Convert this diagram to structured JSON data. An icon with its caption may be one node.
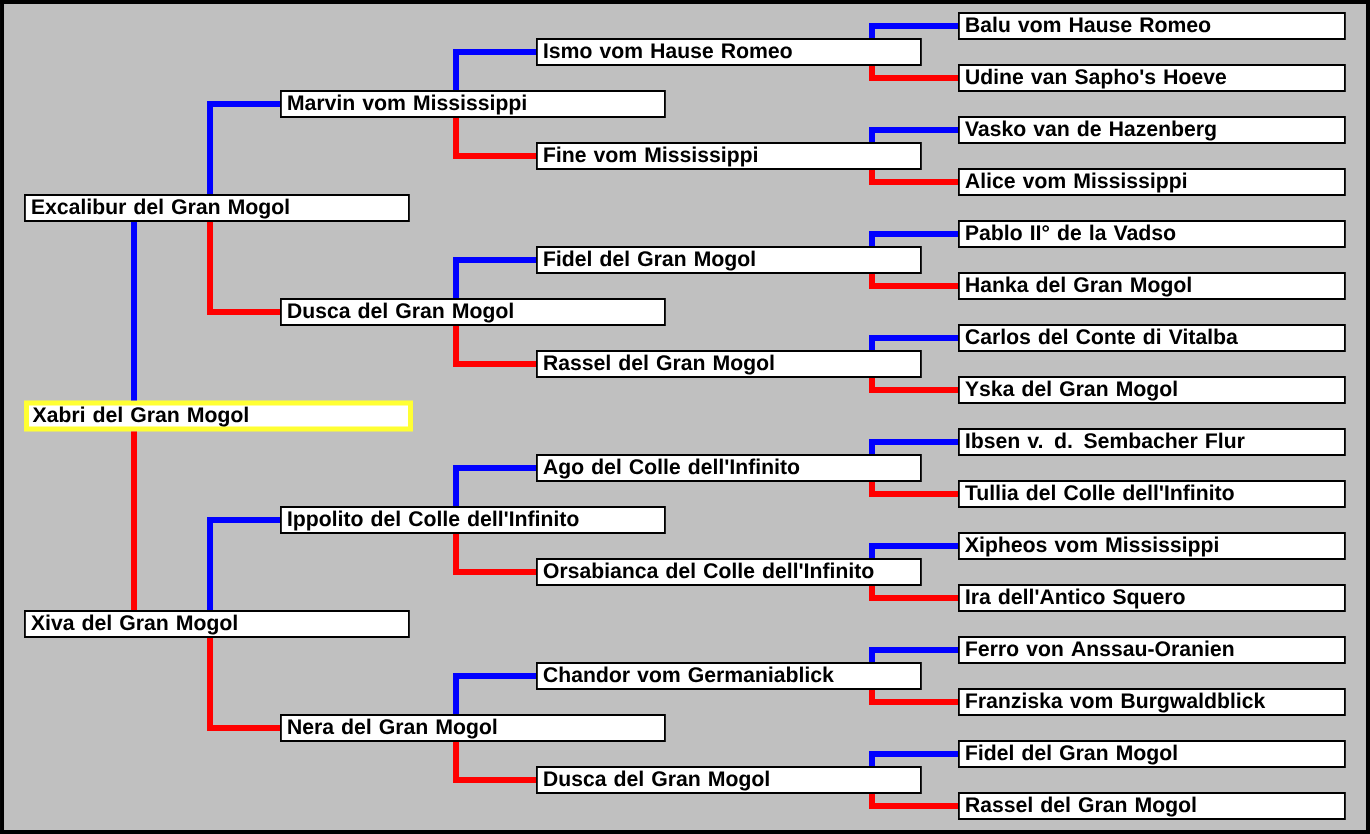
{
  "diagram": {
    "nodes": [
      {
        "text": [
          "Xabri del Gran Mogol"
        ]
      },
      {
        "text": [
          "Excalibur del Gran Mogol"
        ]
      },
      {
        "text": [
          "Marvin vom Mississippi"
        ]
      },
      {
        "text": [
          "Ismo vom Hause Romeo"
        ]
      },
      {
        "text": [
          "Balu vom Hause Romeo"
        ]
      },
      {
        "text": [
          "Udine van Sapho's Hoeve"
        ]
      },
      {
        "text": [
          "Fine vom Mississippi"
        ]
      },
      {
        "text": [
          "Vasko van de Hazenberg"
        ]
      },
      {
        "text": [
          "Alice vom Mississippi"
        ]
      },
      {
        "text": [
          "Dusca del Gran Mogol"
        ]
      },
      {
        "text": [
          "Fidel del Gran Mogol"
        ]
      },
      {
        "text": [
          "Pablo II° de la Vadso"
        ]
      },
      {
        "text": [
          "Hanka del Gran Mogol"
        ]
      },
      {
        "text": [
          "Rassel del Gran Mogol"
        ]
      },
      {
        "text": [
          "Carlos del Conte di Vitalba"
        ]
      },
      {
        "text": [
          "Yska del Gran Mogol"
        ]
      },
      {
        "text": [
          "Xiva del Gran Mogol"
        ]
      },
      {
        "text": [
          "Ippolito del Colle dell'Infinito"
        ]
      },
      {
        "text": [
          "Ago del Colle dell'Infinito"
        ]
      },
      {
        "text": [
          "Ibsen v. d. Sembacher Flur"
        ]
      },
      {
        "text": [
          "Tullia del Colle dell'Infinito"
        ]
      },
      {
        "text": [
          "Orsabianca del Colle dell'Infinito"
        ]
      },
      {
        "text": [
          "Xipheos vom Mississippi"
        ]
      },
      {
        "text": [
          "Ira dell'Antico Squero"
        ]
      },
      {
        "text": [
          "Nera del Gran Mogol"
        ]
      },
      {
        "text": [
          "Chandor vom Germaniablick"
        ]
      },
      {
        "text": [
          "Ferro von Anssau-Oranien"
        ]
      },
      {
        "text": [
          "Franziska vom Burgwaldblick"
        ]
      },
      {
        "text": [
          "Dusca del Gran Mogol"
        ]
      },
      {
        "text": [
          "Fidel del Gran Mogol"
        ]
      },
      {
        "text": [
          "Rassel del Gran Mogol"
        ]
      }
    ],
    "edges": [
      {
        "from": 0,
        "to": 1,
        "arrow": "none",
        "color": "#0000ff"
      },
      {
        "from": 0,
        "to": 16,
        "arrow": "none",
        "color": "#ff0000"
      },
      {
        "from": 1,
        "to": 2,
        "arrow": "none",
        "color": "#0000ff"
      },
      {
        "from": 1,
        "to": 9,
        "arrow": "none",
        "color": "#ff0000"
      },
      {
        "from": 2,
        "to": 3,
        "arrow": "none",
        "color": "#0000ff"
      },
      {
        "from": 2,
        "to": 6,
        "arrow": "none",
        "color": "#ff0000"
      },
      {
        "from": 3,
        "to": 4,
        "arrow": "none",
        "color": "#0000ff"
      },
      {
        "from": 3,
        "to": 5,
        "arrow": "none",
        "color": "#ff0000"
      },
      {
        "from": 6,
        "to": 7,
        "arrow": "none",
        "color": "#0000ff"
      },
      {
        "from": 6,
        "to": 8,
        "arrow": "none",
        "color": "#ff0000"
      },
      {
        "from": 9,
        "to": 10,
        "arrow": "none",
        "color": "#0000ff"
      },
      {
        "from": 9,
        "to": 13,
        "arrow": "none",
        "color": "#ff0000"
      },
      {
        "from": 10,
        "to": 11,
        "arrow": "none",
        "color": "#0000ff"
      },
      {
        "from": 10,
        "to": 12,
        "arrow": "none",
        "color": "#ff0000"
      },
      {
        "from": 13,
        "to": 14,
        "arrow": "none",
        "color": "#0000ff"
      },
      {
        "from": 13,
        "to": 15,
        "arrow": "none",
        "color": "#ff0000"
      },
      {
        "from": 16,
        "to": 17,
        "arrow": "none",
        "color": "#0000ff"
      },
      {
        "from": 16,
        "to": 24,
        "arrow": "none",
        "color": "#ff0000"
      },
      {
        "from": 17,
        "to": 18,
        "arrow": "none",
        "color": "#0000ff"
      },
      {
        "from": 17,
        "to": 21,
        "arrow": "none",
        "color": "#ff0000"
      },
      {
        "from": 18,
        "to": 19,
        "arrow": "none",
        "color": "#0000ff"
      },
      {
        "from": 18,
        "to": 20,
        "arrow": "none",
        "color": "#ff0000"
      },
      {
        "from": 21,
        "to": 22,
        "arrow": "none",
        "color": "#0000ff"
      },
      {
        "from": 21,
        "to": 23,
        "arrow": "none",
        "color": "#ff0000"
      },
      {
        "from": 24,
        "to": 25,
        "arrow": "none",
        "color": "#0000ff"
      },
      {
        "from": 24,
        "to": 28,
        "arrow": "none",
        "color": "#ff0000"
      },
      {
        "from": 25,
        "to": 26,
        "arrow": "none",
        "color": "#0000ff"
      },
      {
        "from": 25,
        "to": 27,
        "arrow": "none",
        "color": "#ff0000"
      },
      {
        "from": 28,
        "to": 29,
        "arrow": "none",
        "color": "#0000ff"
      },
      {
        "from": 28,
        "to": 30,
        "arrow": "none",
        "color": "#ff0000"
      }
    ]
  }
}
